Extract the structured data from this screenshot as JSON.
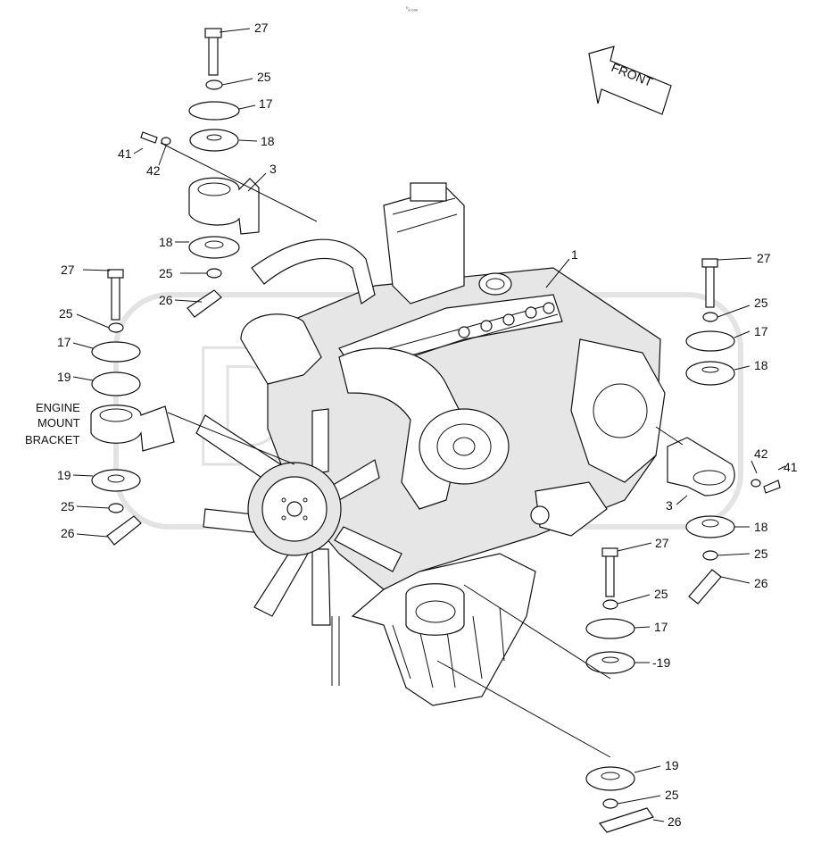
{
  "diagram": {
    "header_mark": "⁰ₐ ₒₒₒ",
    "front_label": "FRONT",
    "mount_bracket_label": [
      "ENGINE",
      "MOUNT",
      "BRACKET"
    ],
    "callouts": {
      "c27a": "27",
      "c25a": "25",
      "c17a": "17",
      "c18a": "18",
      "c41a": "41",
      "c42a": "42",
      "c3a": "3",
      "c18b": "18",
      "c25b": "25",
      "c26a": "26",
      "c27b": "27",
      "c25c": "25",
      "c17b": "17",
      "c19a": "19",
      "c19b": "19",
      "c25d": "25",
      "c26b": "26",
      "c1": "1",
      "c27c": "27",
      "c25e": "25",
      "c17c": "17",
      "c18c": "18",
      "c42b": "42",
      "c41b": "41",
      "c3b": "3",
      "c18d": "18",
      "c25f": "25",
      "c26c": "26",
      "c27d": "27",
      "c25g": "25",
      "c17d": "17",
      "c19c": "-19",
      "c19d": "19",
      "c25h": "25",
      "c26d": "26"
    }
  }
}
